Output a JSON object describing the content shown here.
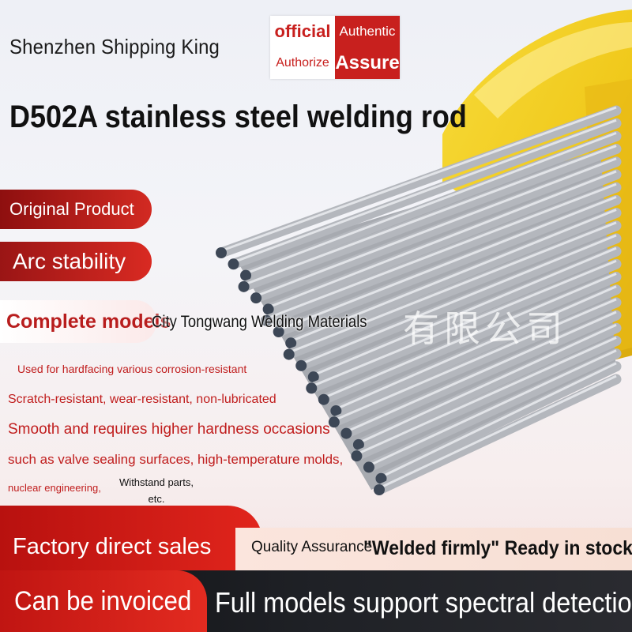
{
  "header": {
    "shop_name": "Shenzhen Shipping King",
    "badge": {
      "official": "official",
      "authentic": "Authentic",
      "authorize": "Authorize",
      "assure": "Assure"
    },
    "title": "D502A stainless steel welding rod"
  },
  "features": {
    "original": "Original Product",
    "arc": "Arc stability",
    "complete": "Complete models"
  },
  "watermark": {
    "company": "City Tongwang Welding Materials",
    "cjk": "有限公司"
  },
  "description": {
    "line1": "Used for hardfacing various corrosion-resistant",
    "line2": "Scratch-resistant, wear-resistant, non-lubricated",
    "line3": "Smooth and requires higher hardness occasions",
    "line4": "such as valve sealing surfaces, high-temperature molds,",
    "line5": "nuclear engineering,",
    "withstand": "Withstand parts,",
    "etc": "etc."
  },
  "banner": {
    "factory": "Factory direct sales",
    "quality": "Quality Assurance",
    "welded": "\"Welded firmly\" Ready in stock",
    "invoiced": "Can be invoiced",
    "full_models": "Full models support spectral detection"
  },
  "colors": {
    "brand_red": "#c8201e",
    "packaging_yellow": "#f2cf1f",
    "rod_grey": "#b4b7bd",
    "rod_tip": "#3d4756"
  }
}
